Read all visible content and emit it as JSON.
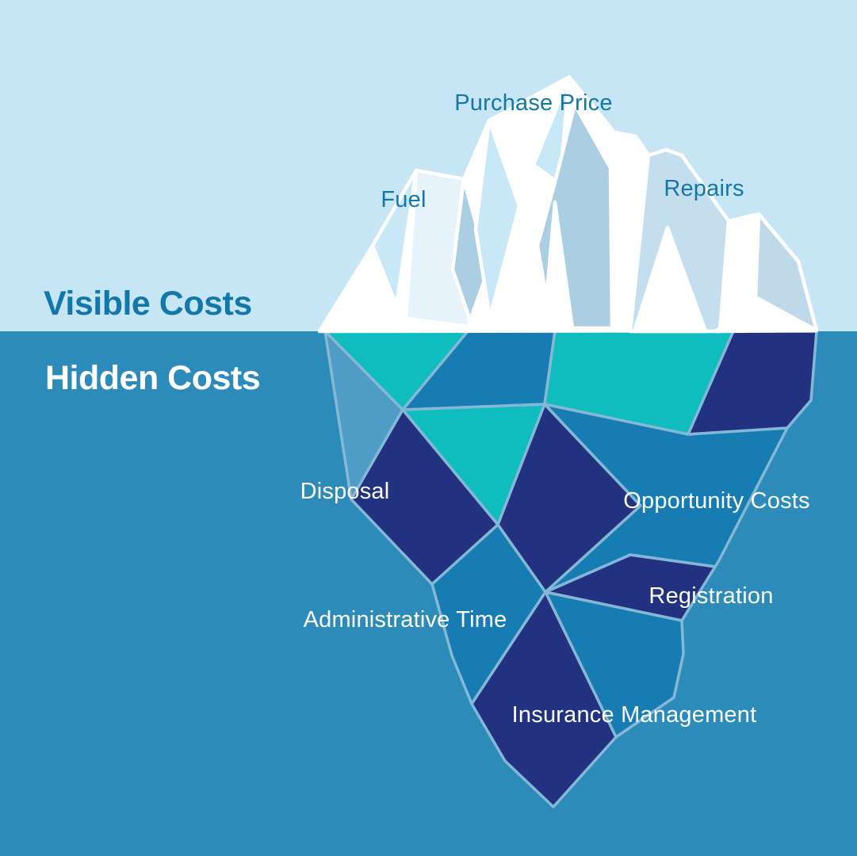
{
  "title_zones": {
    "visible": {
      "label": "Visible Costs"
    },
    "hidden": {
      "label": "Hidden Costs"
    }
  },
  "visible_costs": {
    "purchase_price": {
      "label": "Purchase Price"
    },
    "fuel": {
      "label": "Fuel"
    },
    "repairs": {
      "label": "Repairs"
    }
  },
  "hidden_costs": {
    "disposal": {
      "label": "Disposal"
    },
    "opportunity_costs": {
      "label": "Opportunity Costs"
    },
    "administrative_time": {
      "label": "Administrative Time"
    },
    "registration": {
      "label": "Registration"
    },
    "insurance_management": {
      "label": "Insurance Management"
    }
  },
  "colors": {
    "sky": "#c6e6f5",
    "water": "#2d8bba",
    "ice_white": "#ffffff",
    "ice_light": "#c9e8f7",
    "ice_pale": "#e6f3fb",
    "ice_gray": "#abcee3",
    "ice_gray_light": "#c5deed",
    "ice_gray_right": "#c0d9e9",
    "underwater_teal": "#0fbdbe",
    "underwater_navy": "#223180",
    "underwater_blue": "#177cb2",
    "underwater_ice_gray": "#4f9dc6",
    "underwater_stroke": "#85b7d6",
    "label_dark": "#1377a9",
    "label_light": "#ffffff"
  }
}
